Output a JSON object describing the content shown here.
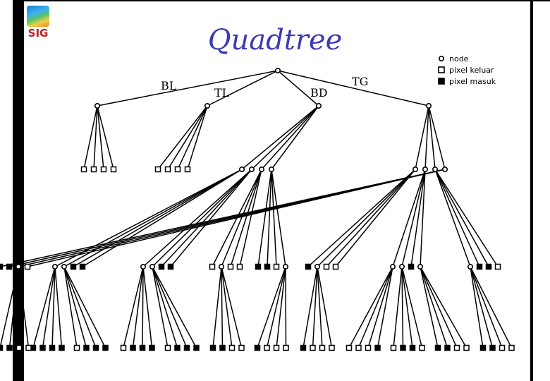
{
  "logo": {
    "text": "SIG"
  },
  "title": "Quadtree",
  "legend": {
    "node": "node",
    "pixel_out": "pixel keluar",
    "pixel_in": "pixel masuk"
  },
  "edge_labels": {
    "bl": "BL",
    "tl": "TL",
    "bd": "BD",
    "tg": "TG"
  },
  "tree": {
    "children": [
      {
        "label": "BL",
        "children": [
          "o",
          "o",
          "o",
          "o"
        ]
      },
      {
        "label": "TL",
        "children": [
          "o",
          "o",
          "o",
          "o"
        ]
      },
      {
        "label": "BD",
        "children": [
          {
            "children": [
              {
                "children": [
                  "i",
                  "i",
                  "i",
                  "i"
                ]
              },
              {
                "children": [
                  "o",
                  "i",
                  "i",
                  "i"
                ]
              },
              "i",
              "i"
            ]
          },
          {
            "children": [
              {
                "children": [
                  "o",
                  "i",
                  "i",
                  "i"
                ]
              },
              {
                "children": [
                  "o",
                  "i",
                  "i",
                  "i"
                ]
              },
              "i",
              "i"
            ]
          },
          {
            "children": [
              "o",
              {
                "children": [
                  "i",
                  "i",
                  "o",
                  "o"
                ]
              },
              "o",
              "o"
            ]
          },
          {
            "children": [
              "i",
              "i",
              "o",
              {
                "children": [
                  "i",
                  "o",
                  "o",
                  "o"
                ]
              }
            ]
          }
        ]
      },
      {
        "label": "TG",
        "children": [
          {
            "children": [
              "i",
              {
                "children": [
                  "i",
                  "o",
                  "o",
                  "o"
                ]
              },
              "o",
              "o"
            ]
          },
          {
            "children": [
              {
                "children": [
                  "o",
                  "o",
                  "o",
                  "i"
                ]
              },
              {
                "children": [
                  "o",
                  "i",
                  "i",
                  "o"
                ]
              },
              "i",
              {
                "children": [
                  "i",
                  "i",
                  "o",
                  "o"
                ]
              }
            ]
          },
          {
            "children": [
              {
                "children": [
                  "i",
                  "i",
                  "o",
                  "o"
                ]
              },
              "i",
              "i",
              "o"
            ]
          },
          {
            "children": [
              "i",
              "i",
              {
                "children": [
                  "i",
                  "i",
                  "o",
                  "o"
                ]
              },
              "o"
            ]
          }
        ]
      }
    ]
  }
}
